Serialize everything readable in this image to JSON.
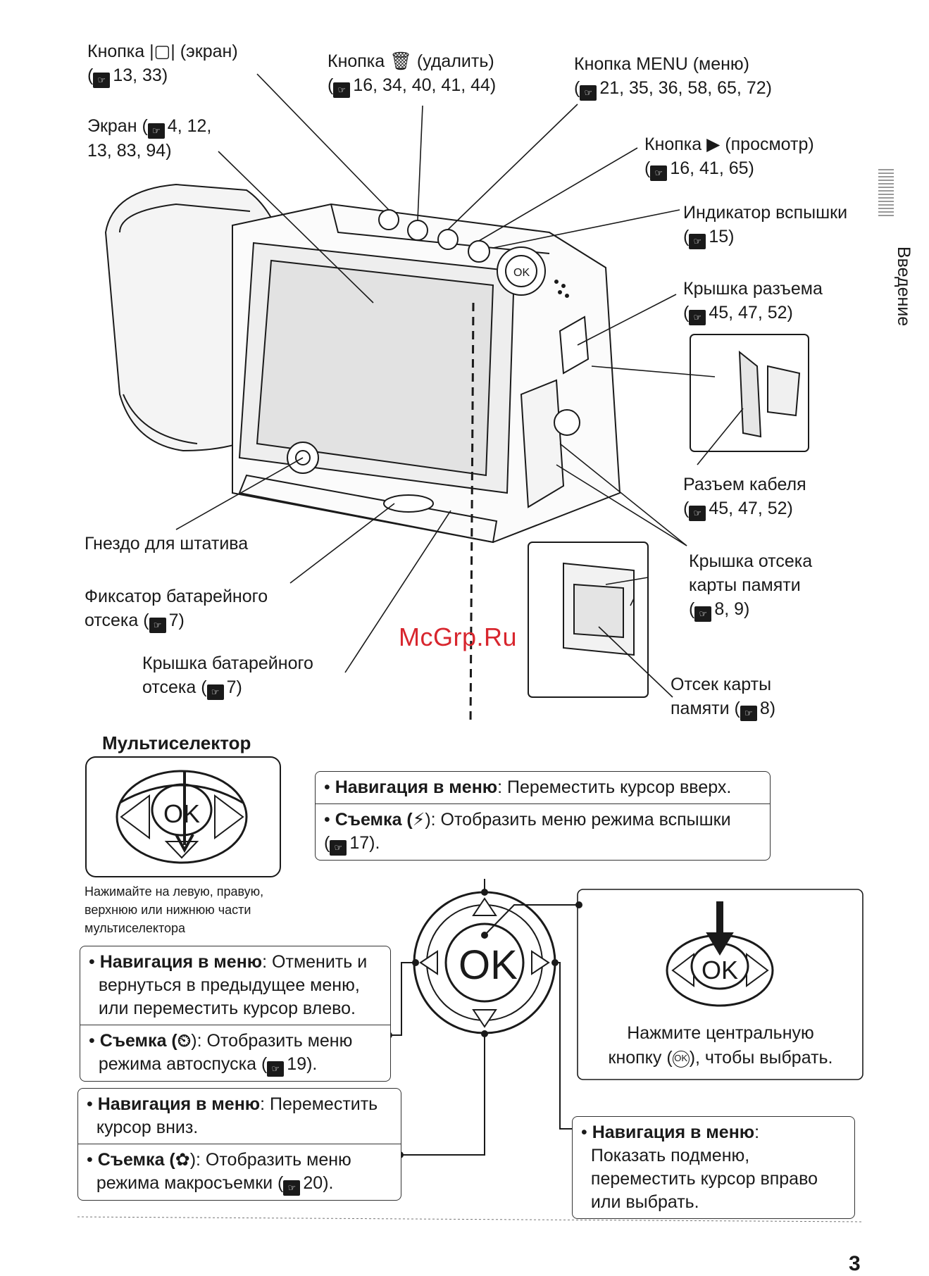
{
  "page_number": "3",
  "side_tab": "Введение",
  "watermark": "McGrp.Ru",
  "callouts": {
    "monitor_button": {
      "label": "Кнопка |▢| (экран)",
      "refs": "13, 33)"
    },
    "delete_button": {
      "label": "Кнопка 🗑 (удалить)",
      "refs": "16, 34, 40, 41, 44)"
    },
    "menu_button": {
      "label": "Кнопка MENU (меню)",
      "refs": "21, 35, 36, 58, 65, 72)"
    },
    "monitor": {
      "label": "Экран (",
      "refs1": "4, 12,",
      "refs2": "13, 83, 94)"
    },
    "playback_button": {
      "label": "Кнопка ▶ (просмотр)",
      "refs": "16, 41, 65)"
    },
    "flash_lamp": {
      "label": "Индикатор вспышки",
      "refs": "15)"
    },
    "connector_cover": {
      "label": "Крышка разъема",
      "refs": "45, 47, 52)"
    },
    "cable_connector": {
      "label": "Разъем кабеля",
      "refs": "45, 47, 52)"
    },
    "card_cover": {
      "label1": "Крышка отсека",
      "label2": "карты памяти",
      "refs": "8, 9)"
    },
    "card_slot": {
      "label1": "Отсек карты",
      "label2": "памяти (",
      "refs": "8)"
    },
    "tripod": {
      "label": "Гнездо для штатива"
    },
    "battery_latch": {
      "label1": "Фиксатор батарейного",
      "label2": "отсека (",
      "refs": "7)"
    },
    "battery_cover": {
      "label1": "Крышка батарейного",
      "label2": "отсека (",
      "refs": "7)"
    }
  },
  "multiselector": {
    "title": "Мультиселектор",
    "caption": [
      "Нажимайте на левую, правую,",
      "верхнюю или нижнюю части",
      "мультиселектора"
    ],
    "ok_label": "OK",
    "up": {
      "nav_b": "Навигация в меню",
      "nav_t": ": Переместить курсор вверх.",
      "shoot_b": "Съемка (",
      "shoot_icon": "⚡",
      "shoot_t1": "): Отобразить меню режима вспышки",
      "shoot_ref": "17)."
    },
    "left": {
      "nav_b": "Навигация в меню",
      "nav_t1": ": Отменить и",
      "nav_t2": "вернуться в предыдущее меню,",
      "nav_t3": "или переместить курсор влево.",
      "shoot_b": "Съемка (",
      "shoot_icon": "⏲",
      "shoot_t1": "): Отобразить меню",
      "shoot_t2": "режима автоспуска (",
      "shoot_ref": "19)."
    },
    "down": {
      "nav_b": "Навигация в меню",
      "nav_t1": ": Переместить",
      "nav_t2": "курсор вниз.",
      "shoot_b": "Съемка (",
      "shoot_icon": "✿",
      "shoot_t1": "): Отобразить меню",
      "shoot_t2": "режима макросъемки (",
      "shoot_ref": "20)."
    },
    "right": {
      "nav_b": "Навигация в меню",
      "nav_t0": ":",
      "nav_t1": "Показать подменю,",
      "nav_t2": "переместить курсор вправо",
      "nav_t3": "или выбрать."
    },
    "center": {
      "line1": "Нажмите центральную",
      "line2": "кнопку (",
      "line2_icon": "OK",
      "line2_end": "), чтобы выбрать."
    }
  }
}
